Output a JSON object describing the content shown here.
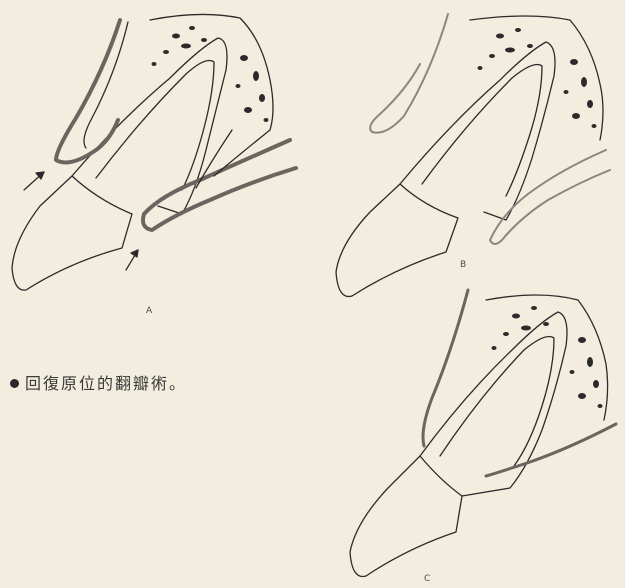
{
  "caption": "回復原位的翻瓣術。",
  "figures": [
    {
      "label": "A"
    },
    {
      "label": "B"
    },
    {
      "label": "C"
    }
  ],
  "colors": {
    "paper": "#f3eddf",
    "ink": "#2b2b2b",
    "tissue": "#8a8580"
  }
}
